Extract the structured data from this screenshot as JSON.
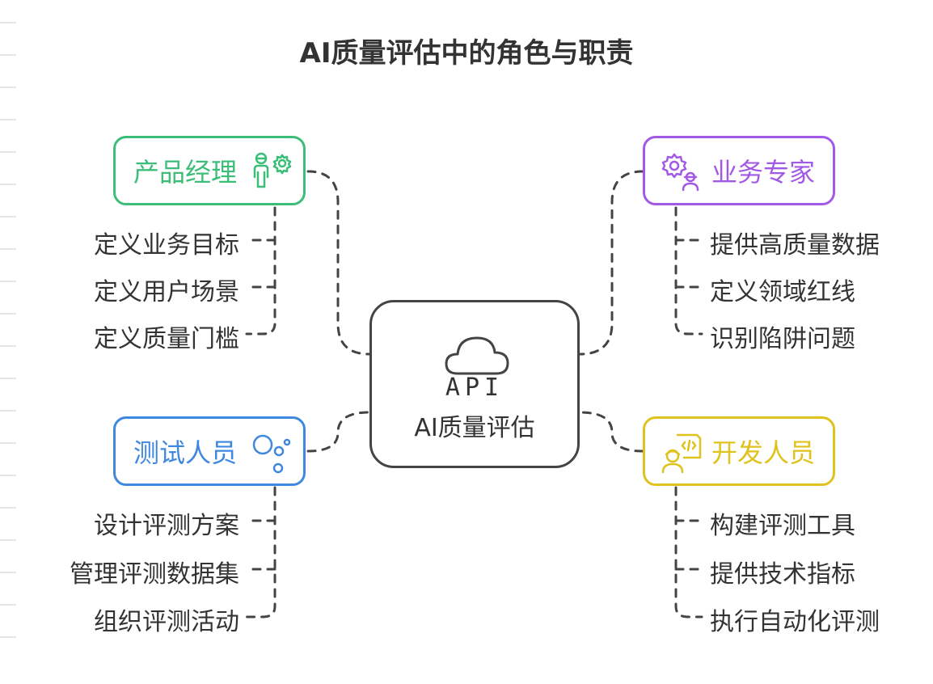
{
  "title": "AI质量评估中的角色与职责",
  "center": {
    "icon_text": "API",
    "label": "AI质量评估"
  },
  "roles": {
    "pm": {
      "label": "产品经理",
      "color": "#3cbd78",
      "items": [
        "定义业务目标",
        "定义用户场景",
        "定义质量门槛"
      ]
    },
    "expert": {
      "label": "业务专家",
      "color": "#a259e6",
      "items": [
        "提供高质量数据",
        "定义领域红线",
        "识别陷阱问题"
      ]
    },
    "tester": {
      "label": "测试人员",
      "color": "#3f88e0",
      "items": [
        "设计评测方案",
        "管理评测数据集",
        "组织评测活动"
      ]
    },
    "dev": {
      "label": "开发人员",
      "color": "#e0c21e",
      "items": [
        "构建评测工具",
        "提供技术指标",
        "执行自动化评测"
      ]
    }
  }
}
